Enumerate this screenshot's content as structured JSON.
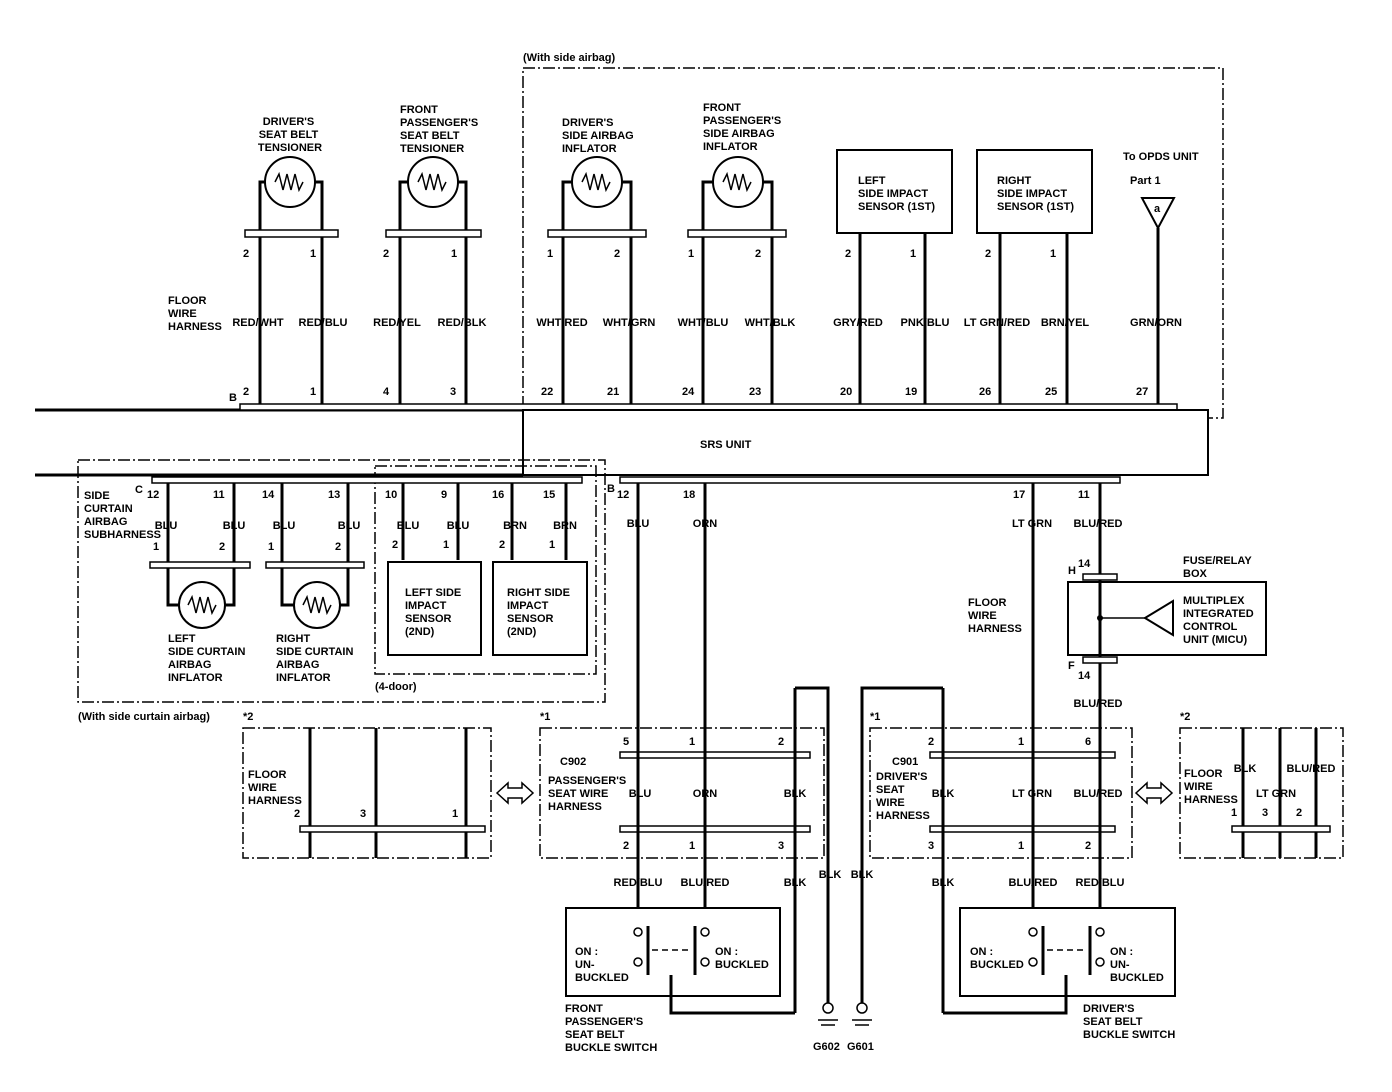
{
  "top": {
    "side_airbag_note": "(With side airbag)",
    "floor_harness_label": [
      "FLOOR",
      "WIRE",
      "HARNESS"
    ],
    "connector_b_label": "B",
    "components": [
      {
        "name": [
          "DRIVER'S",
          "SEAT BELT",
          "TENSIONER"
        ],
        "pins_top": [
          "2",
          "1"
        ],
        "wires": [
          "RED/WHT",
          "RED/BLU"
        ],
        "pins_srs": [
          "2",
          "1"
        ]
      },
      {
        "name": [
          "FRONT",
          "PASSENGER'S",
          "SEAT BELT",
          "TENSIONER"
        ],
        "pins_top": [
          "2",
          "1"
        ],
        "wires": [
          "RED/YEL",
          "RED/BLK"
        ],
        "pins_srs": [
          "4",
          "3"
        ]
      },
      {
        "name": [
          "DRIVER'S",
          "SIDE AIRBAG",
          "INFLATOR"
        ],
        "pins_top": [
          "1",
          "2"
        ],
        "wires": [
          "WHT/RED",
          "WHT/GRN"
        ],
        "pins_srs": [
          "22",
          "21"
        ]
      },
      {
        "name": [
          "FRONT",
          "PASSENGER'S",
          "SIDE AIRBAG",
          "INFLATOR"
        ],
        "pins_top": [
          "1",
          "2"
        ],
        "wires": [
          "WHT/BLU",
          "WHT/BLK"
        ],
        "pins_srs": [
          "24",
          "23"
        ]
      },
      {
        "name": [
          "LEFT",
          "SIDE IMPACT",
          "SENSOR (1ST)"
        ],
        "pins_top": [
          "2",
          "1"
        ],
        "wires": [
          "GRY/RED",
          "PNK/BLU"
        ],
        "pins_srs": [
          "20",
          "19"
        ]
      },
      {
        "name": [
          "RIGHT",
          "SIDE IMPACT",
          "SENSOR (1ST)"
        ],
        "pins_top": [
          "2",
          "1"
        ],
        "wires": [
          "LT GRN/RED",
          "BRN/YEL"
        ],
        "pins_srs": [
          "26",
          "25"
        ]
      }
    ],
    "opds": {
      "label": "To OPDS UNIT",
      "part": "Part 1",
      "terminal": "a",
      "wire": "GRN/ORN",
      "pin": "27"
    }
  },
  "srs_unit": "SRS UNIT",
  "curtain": {
    "harness_label": [
      "SIDE",
      "CURTAIN",
      "AIRBAG",
      "SUBHARNESS"
    ],
    "connector_c_label": "C",
    "pins_srs": [
      "12",
      "11",
      "14",
      "13",
      "10",
      "9",
      "16",
      "15"
    ],
    "wires": [
      "BLU",
      "BLU",
      "BLU",
      "BLU",
      "BLU",
      "BLU",
      "BRN",
      "BRN"
    ],
    "pins_comp": [
      "1",
      "2",
      "1",
      "2",
      "2",
      "1",
      "2",
      "1"
    ],
    "left_inflator": [
      "LEFT",
      "SIDE CURTAIN",
      "AIRBAG",
      "INFLATOR"
    ],
    "right_inflator": [
      "RIGHT",
      "SIDE CURTAIN",
      "AIRBAG",
      "INFLATOR"
    ],
    "left_sensor": [
      "LEFT SIDE",
      "IMPACT",
      "SENSOR",
      "(2ND)"
    ],
    "right_sensor": [
      "RIGHT SIDE",
      "IMPACT",
      "SENSOR",
      "(2ND)"
    ],
    "four_door": "(4-door)",
    "note": "(With side curtain airbag)"
  },
  "lower": {
    "connector_b2_label": "B",
    "passenger_pins": [
      "12",
      "18"
    ],
    "passenger_wires": [
      "BLU",
      "ORN"
    ],
    "driver_pins": [
      "17",
      "11"
    ],
    "driver_wires": [
      "LT GRN",
      "BLU/RED"
    ],
    "floor_harness_label": [
      "FLOOR",
      "WIRE",
      "HARNESS"
    ],
    "fuse_box": [
      "FUSE/RELAY",
      "BOX"
    ],
    "fuse_h": "H",
    "fuse_h_pin": "14",
    "fuse_f": "F",
    "fuse_f_pin": "14",
    "micu": [
      "MULTIPLEX",
      "INTEGRATED",
      "CONTROL",
      "UNIT (MICU)"
    ],
    "micu_out_wire": "BLU/RED",
    "left_floor": {
      "mark": "*2",
      "label": [
        "FLOOR",
        "WIRE",
        "HARNESS"
      ],
      "pins": [
        "2",
        "3",
        "1"
      ]
    },
    "passenger_harness": {
      "mark": "*1",
      "connector": "C902",
      "label": [
        "PASSENGER'S",
        "SEAT WIRE",
        "HARNESS"
      ],
      "pins_top": [
        "5",
        "1",
        "2"
      ],
      "wires_mid": [
        "BLU",
        "ORN",
        "BLK"
      ],
      "pins_bottom": [
        "2",
        "1",
        "3"
      ]
    },
    "driver_harness": {
      "mark": "*1",
      "connector": "C901",
      "label": [
        "DRIVER'S",
        "SEAT",
        "WIRE",
        "HARNESS"
      ],
      "pins_top": [
        "2",
        "1",
        "6"
      ],
      "wires_mid": [
        "BLK",
        "LT GRN",
        "BLU/RED"
      ],
      "pins_bottom": [
        "3",
        "1",
        "2"
      ]
    },
    "right_floor": {
      "mark": "*2",
      "label": [
        "FLOOR",
        "WIRE",
        "HARNESS"
      ],
      "wires": [
        "BLK",
        "LT GRN",
        "BLU/RED"
      ],
      "pins": [
        "1",
        "3",
        "2"
      ]
    },
    "passenger_switch": {
      "wires": [
        "RED/BLU",
        "BLU/RED",
        "BLK"
      ],
      "on_unbuckled": [
        "ON :",
        "UN-",
        "BUCKLED"
      ],
      "on_buckled": [
        "ON :",
        "BUCKLED"
      ],
      "label": [
        "FRONT",
        "PASSENGER'S",
        "SEAT BELT",
        "BUCKLE SWITCH"
      ]
    },
    "driver_switch": {
      "wires": [
        "BLK",
        "BLU/RED",
        "RED/BLU"
      ],
      "on_buckled": [
        "ON :",
        "BUCKLED"
      ],
      "on_unbuckled": [
        "ON :",
        "UN-",
        "BUCKLED"
      ],
      "label": [
        "DRIVER'S",
        "SEAT BELT",
        "BUCKLE SWITCH"
      ]
    },
    "ground_wires": [
      "BLK",
      "BLK"
    ],
    "grounds": [
      "G602",
      "G601"
    ]
  }
}
